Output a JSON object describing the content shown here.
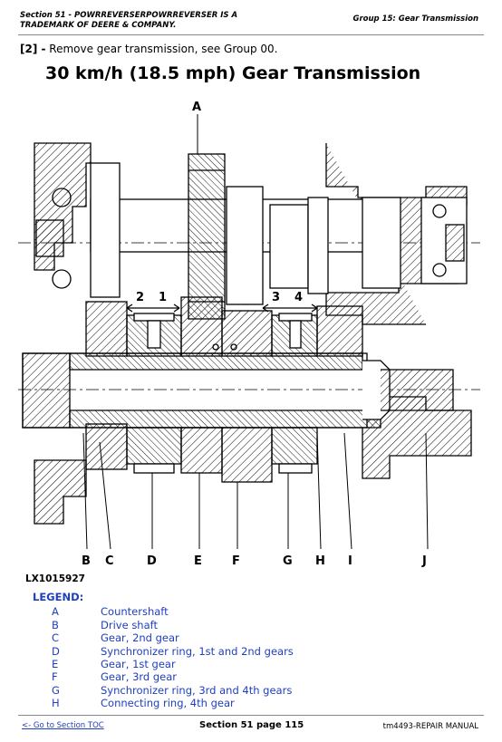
{
  "header": {
    "section": "Section 51 - POWRREVERSERPOWRREVERSER IS A TRADEMARK OF DEERE & COMPANY.",
    "group": "Group 15: Gear Transmission"
  },
  "step": {
    "number": "[2] -",
    "text": " Remove gear transmission, see Group 00."
  },
  "title": "30 km/h (18.5 mph) Gear Transmission",
  "figure": {
    "id": "LX1015927",
    "callouts": {
      "top": "A",
      "gears": [
        "2",
        "1",
        "3",
        "4"
      ],
      "bottom": [
        "B",
        "C",
        "D",
        "E",
        "F",
        "G",
        "H",
        "I",
        "J"
      ]
    }
  },
  "legend": {
    "title": "LEGEND:",
    "items": [
      {
        "key": "A",
        "label": "Countershaft"
      },
      {
        "key": "B",
        "label": "Drive shaft"
      },
      {
        "key": "C",
        "label": "Gear, 2nd gear"
      },
      {
        "key": "D",
        "label": "Synchronizer ring, 1st and 2nd gears"
      },
      {
        "key": "E",
        "label": "Gear, 1st gear"
      },
      {
        "key": "F",
        "label": "Gear, 3rd gear"
      },
      {
        "key": "G",
        "label": "Synchronizer ring, 3rd and 4th gears"
      },
      {
        "key": "H",
        "label": "Connecting ring, 4th gear"
      }
    ]
  },
  "footer": {
    "toc_link": "<- Go to Section TOC",
    "page": "Section 51 page 115",
    "manual": "tm4493-REPAIR MANUAL"
  }
}
